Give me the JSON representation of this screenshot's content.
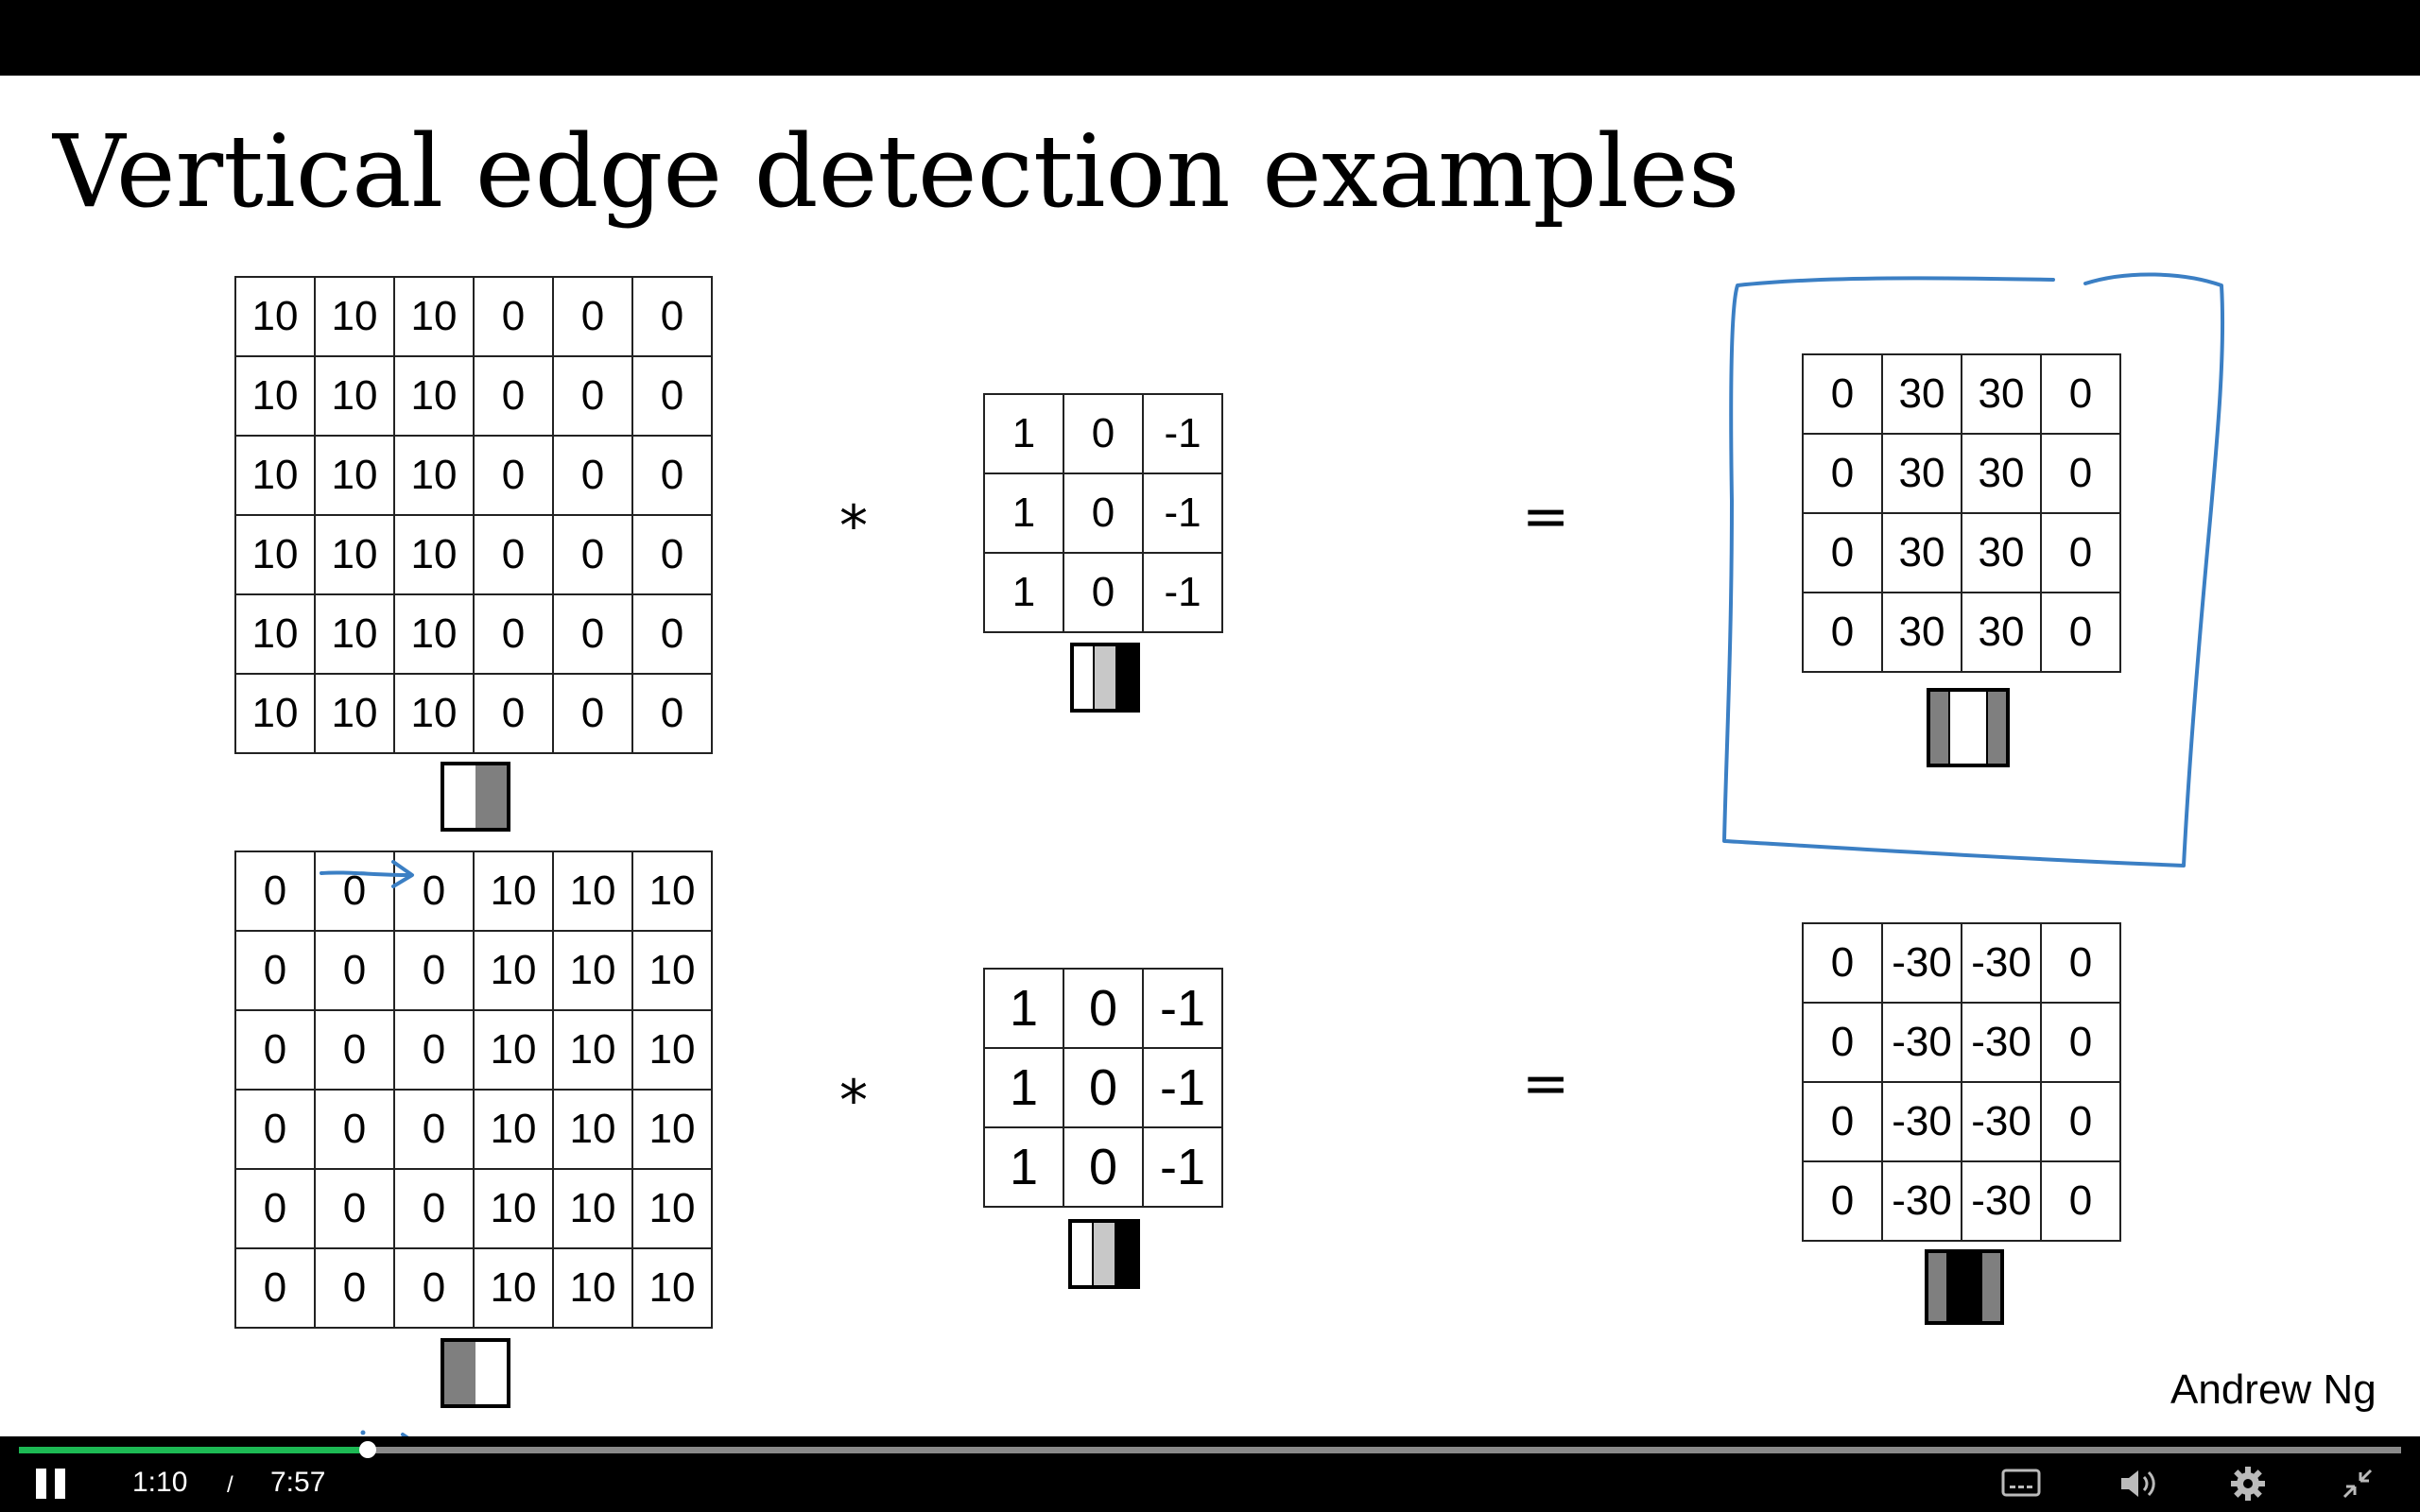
{
  "slide": {
    "title": "Vertical edge detection examples",
    "author": "Andrew Ng",
    "example1": {
      "input": [
        [
          "10",
          "10",
          "10",
          "0",
          "0",
          "0"
        ],
        [
          "10",
          "10",
          "10",
          "0",
          "0",
          "0"
        ],
        [
          "10",
          "10",
          "10",
          "0",
          "0",
          "0"
        ],
        [
          "10",
          "10",
          "10",
          "0",
          "0",
          "0"
        ],
        [
          "10",
          "10",
          "10",
          "0",
          "0",
          "0"
        ],
        [
          "10",
          "10",
          "10",
          "0",
          "0",
          "0"
        ]
      ],
      "operator": "*",
      "filter": [
        [
          "1",
          "0",
          "-1"
        ],
        [
          "1",
          "0",
          "-1"
        ],
        [
          "1",
          "0",
          "-1"
        ]
      ],
      "equals": "=",
      "output": [
        [
          "0",
          "30",
          "30",
          "0"
        ],
        [
          "0",
          "30",
          "30",
          "0"
        ],
        [
          "0",
          "30",
          "30",
          "0"
        ],
        [
          "0",
          "30",
          "30",
          "0"
        ]
      ]
    },
    "example2": {
      "input": [
        [
          "0",
          "0",
          "0",
          "10",
          "10",
          "10"
        ],
        [
          "0",
          "0",
          "0",
          "10",
          "10",
          "10"
        ],
        [
          "0",
          "0",
          "0",
          "10",
          "10",
          "10"
        ],
        [
          "0",
          "0",
          "0",
          "10",
          "10",
          "10"
        ],
        [
          "0",
          "0",
          "0",
          "10",
          "10",
          "10"
        ],
        [
          "0",
          "0",
          "0",
          "10",
          "10",
          "10"
        ]
      ],
      "operator": "*",
      "filter": [
        [
          "1",
          "0",
          "-1"
        ],
        [
          "1",
          "0",
          "-1"
        ],
        [
          "1",
          "0",
          "-1"
        ]
      ],
      "equals": "=",
      "output": [
        [
          "0",
          "-30",
          "-30",
          "0"
        ],
        [
          "0",
          "-30",
          "-30",
          "0"
        ],
        [
          "0",
          "-30",
          "-30",
          "0"
        ],
        [
          "0",
          "-30",
          "-30",
          "0"
        ]
      ]
    },
    "colors": {
      "annotation": "#3b7fc4",
      "stripe_gray": "#7f7f7f",
      "stripe_light": "#c8c8c8"
    }
  },
  "player": {
    "current_time": "1:10",
    "separator": "/",
    "duration": "7:57",
    "progress_fraction": 0.1466,
    "icons": [
      "pause-icon",
      "captions-icon",
      "volume-icon",
      "settings-icon",
      "exit-fullscreen-icon"
    ],
    "colors": {
      "played": "#1db954",
      "track": "#8a8a8a",
      "bar": "#000000"
    }
  }
}
